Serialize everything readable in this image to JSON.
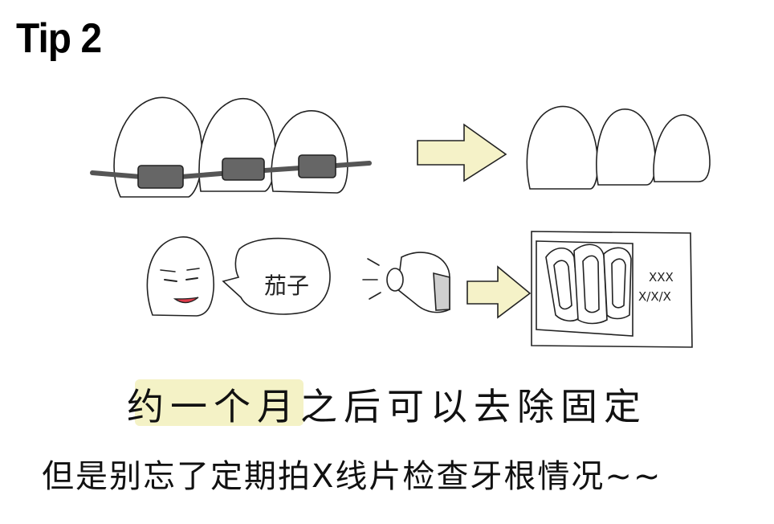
{
  "title": "Tip 2",
  "speech_bubble": "茄子",
  "xray_label": {
    "line1": "XXX",
    "line2": "X/X/X"
  },
  "caption": {
    "line1": "约一个月之后可以去除固定",
    "line2": "但是别忘了定期拍X线片检查牙根情况~~"
  },
  "colors": {
    "arrow_fill": "#f5f2c8",
    "bracket_fill": "#666666",
    "highlight": "#f4f2c6"
  }
}
